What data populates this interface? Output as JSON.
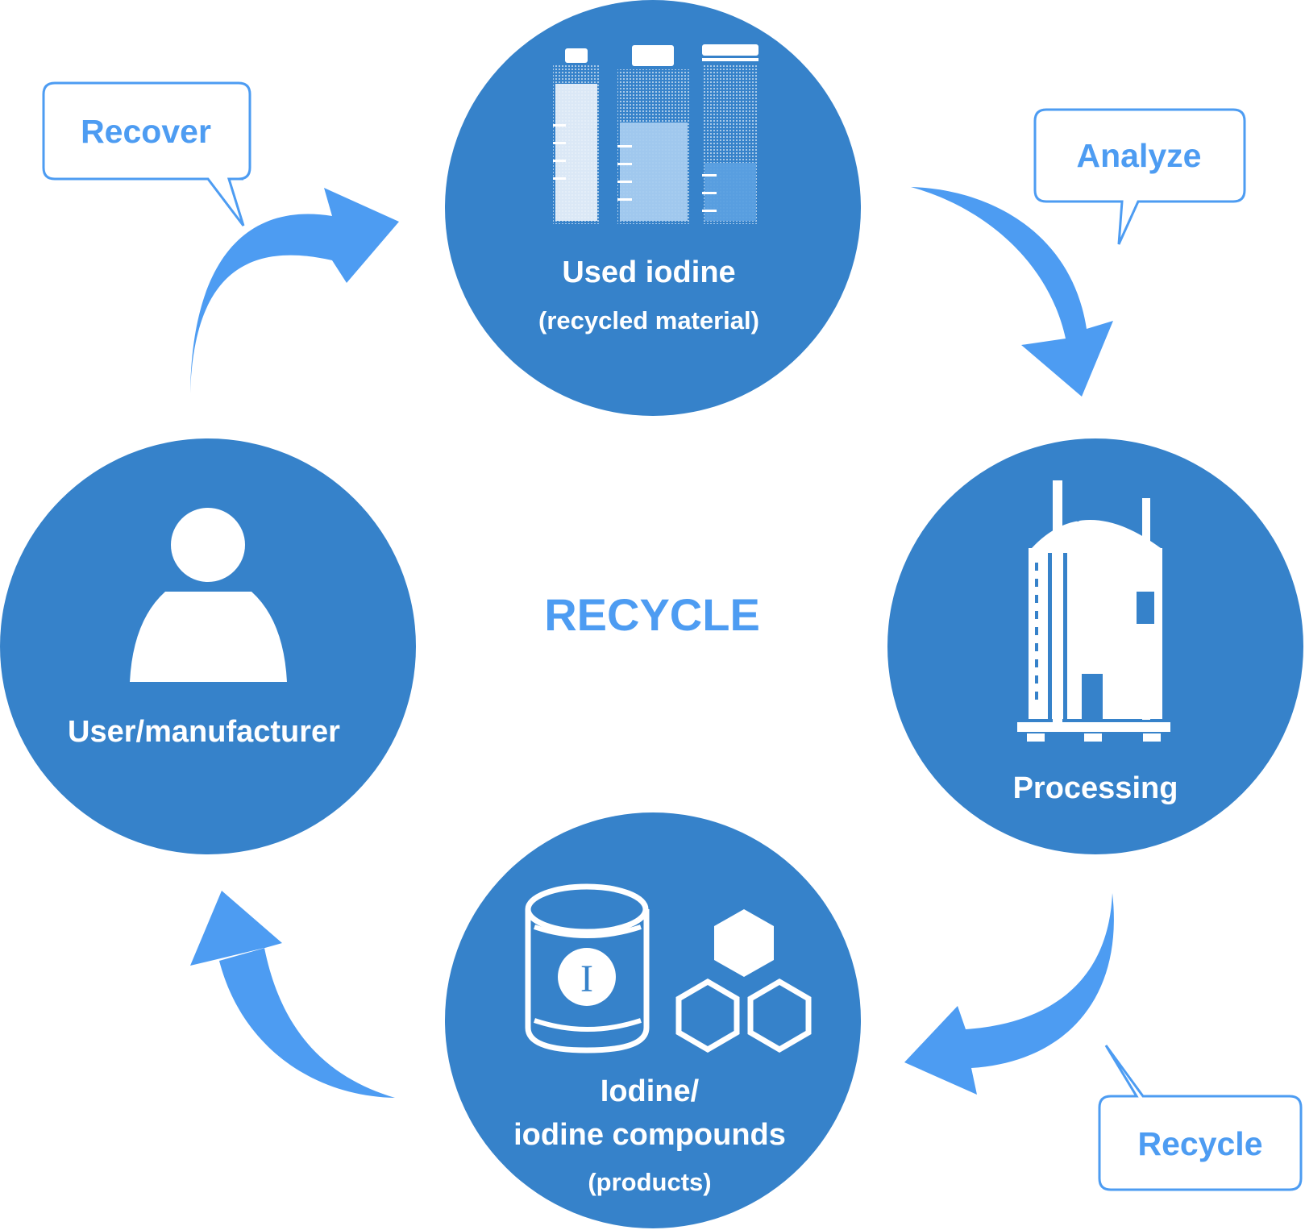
{
  "center_label": "RECYCLE",
  "nodes": {
    "used_iodine": {
      "title": "Used iodine",
      "subtitle": "(recycled material)"
    },
    "processing": {
      "title": "Processing"
    },
    "products": {
      "line1": "Iodine/",
      "line2": "iodine compounds",
      "subtitle": "(products)"
    },
    "user": {
      "title": "User/manufacturer"
    }
  },
  "callouts": {
    "recover": "Recover",
    "analyze": "Analyze",
    "recycle": "Recycle"
  },
  "product_can_symbol": "I",
  "colors": {
    "circle": "#3682ca",
    "arrow": "#4d9cf2",
    "text_accent": "#4d9cf2",
    "icon": "#ffffff"
  }
}
